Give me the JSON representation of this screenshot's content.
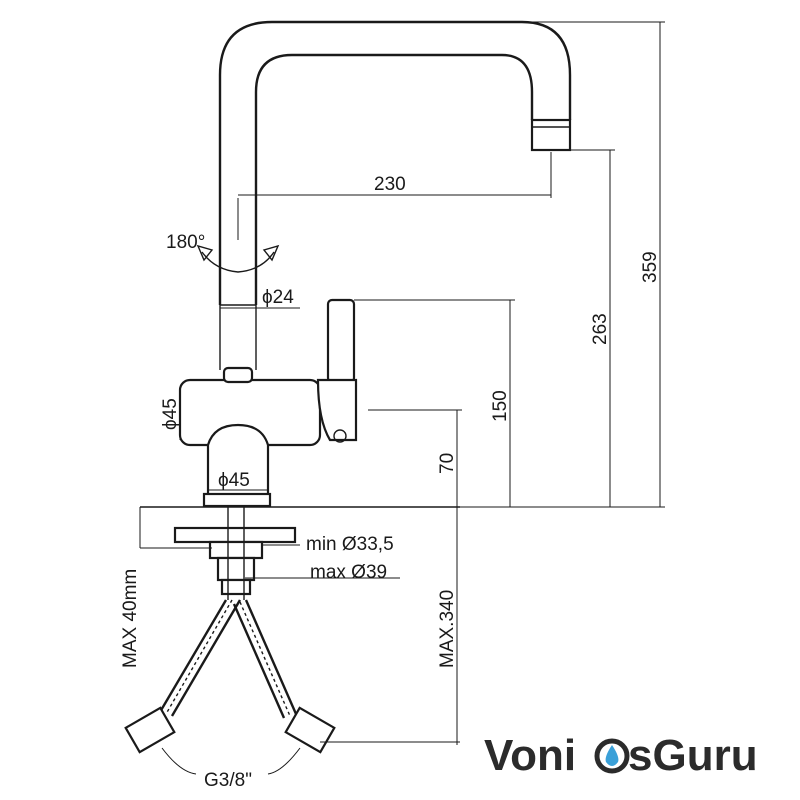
{
  "dimensions": {
    "spout_reach": "230",
    "rotation": "180°",
    "spout_diameter": "ϕ24",
    "body_diameter": "ϕ45",
    "base_diameter": "ϕ45",
    "total_height": "359",
    "spout_outlet_height": "263",
    "lever_height": "150",
    "body_height": "70",
    "hole_min": "min Ø33,5",
    "hole_max": "max Ø39",
    "max_thickness": "MAX 40mm",
    "hose_length": "MAX.340",
    "connection": "G3/8\""
  },
  "watermark": {
    "part1": "Voni",
    "part2": "sGuru",
    "color_dark": "#2b2b2b",
    "color_accent": "#3aa0d8"
  }
}
